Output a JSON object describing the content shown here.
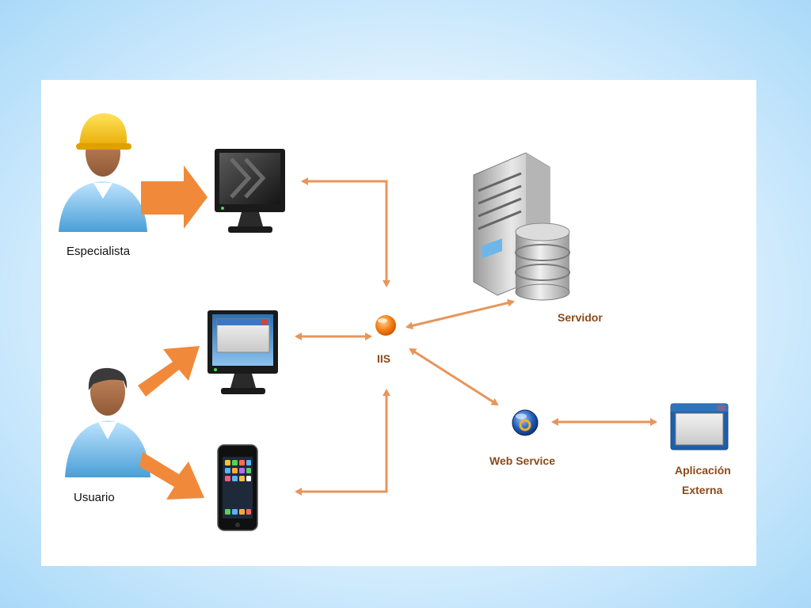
{
  "labels": {
    "especialista": "Especialista",
    "usuario": "Usuario",
    "iis": "IIS",
    "servidor": "Servidor",
    "web_service": "Web Service",
    "aplicacion_line1": "Aplicación",
    "aplicacion_line2": "Externa"
  },
  "colors": {
    "arrow_orange": "#f08a3a",
    "connector": "#e8955a",
    "background": "#bfe3fb",
    "card": "#ffffff"
  }
}
